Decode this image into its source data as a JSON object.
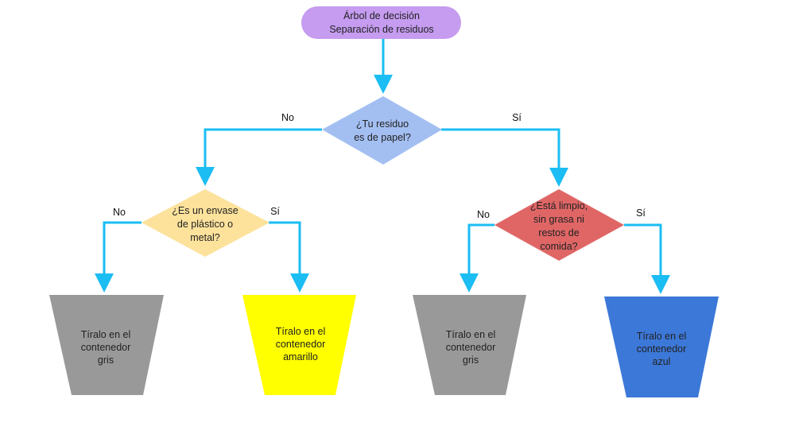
{
  "colors": {
    "arrow": "#1bbdf3",
    "start": "#c59cf0",
    "q_paper": "#a3bff2",
    "q_plastic": "#fde29c",
    "q_clean": "#e06666",
    "bin_gray": "#999999",
    "bin_yellow": "#ffff00",
    "bin_blue": "#3c78d8"
  },
  "start": {
    "line1": "Árbol de decisión",
    "line2": "Separación de residuos"
  },
  "q_paper": {
    "line1": "¿Tu residuo",
    "line2": "es de papel?",
    "no": "No",
    "yes": "Sí"
  },
  "q_plastic": {
    "line1": "¿Es un envase",
    "line2": "de plástico o",
    "line3": "metal?",
    "no": "No",
    "yes": "Sí"
  },
  "q_clean": {
    "line1": "¿Está limpio,",
    "line2": "sin grasa ni",
    "line3": "restos de",
    "line4": "comida?",
    "no": "No",
    "yes": "Sí"
  },
  "bin_gray_1": {
    "line1": "Tíralo en el",
    "line2": "contenedor",
    "line3": "gris"
  },
  "bin_yellow": {
    "line1": "Tíralo en el",
    "line2": "contenedor",
    "line3": "amarillo"
  },
  "bin_gray_2": {
    "line1": "Tíralo en el",
    "line2": "contenedor",
    "line3": "gris"
  },
  "bin_blue": {
    "line1": "Tíralo en el",
    "line2": "contenedor",
    "line3": "azul"
  }
}
